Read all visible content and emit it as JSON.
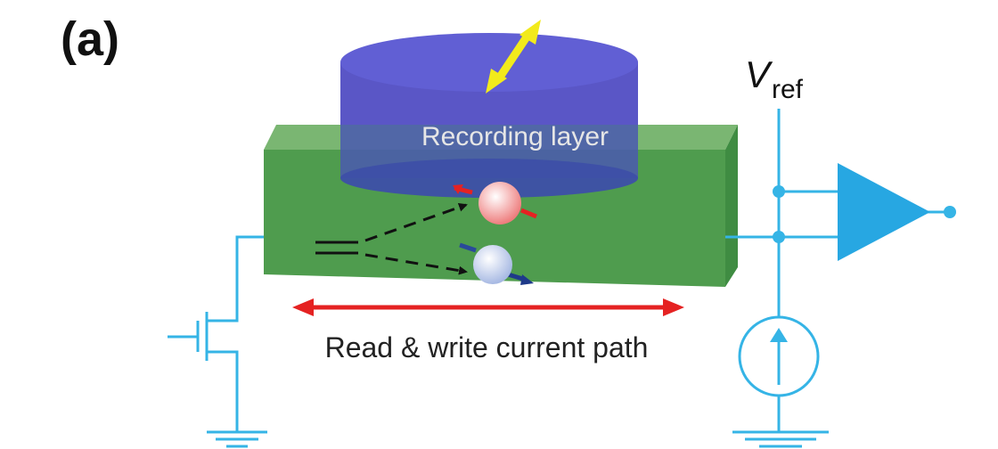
{
  "panel_label": "(a)",
  "recording_layer_label": "Recording layer",
  "current_path_label": "Read & write current path",
  "vref_symbol": "V",
  "vref_subscript": "ref",
  "colors": {
    "cylinder": "#5b57c4",
    "slab": "#4c9a4c",
    "wire": "#35b4e6",
    "amplifier": "#27a7e2",
    "current_arrow": "#e52222",
    "spin_arrow": "#f2ea1c",
    "electron_up": "#f08a8a",
    "electron_down": "#b9c7e8"
  }
}
